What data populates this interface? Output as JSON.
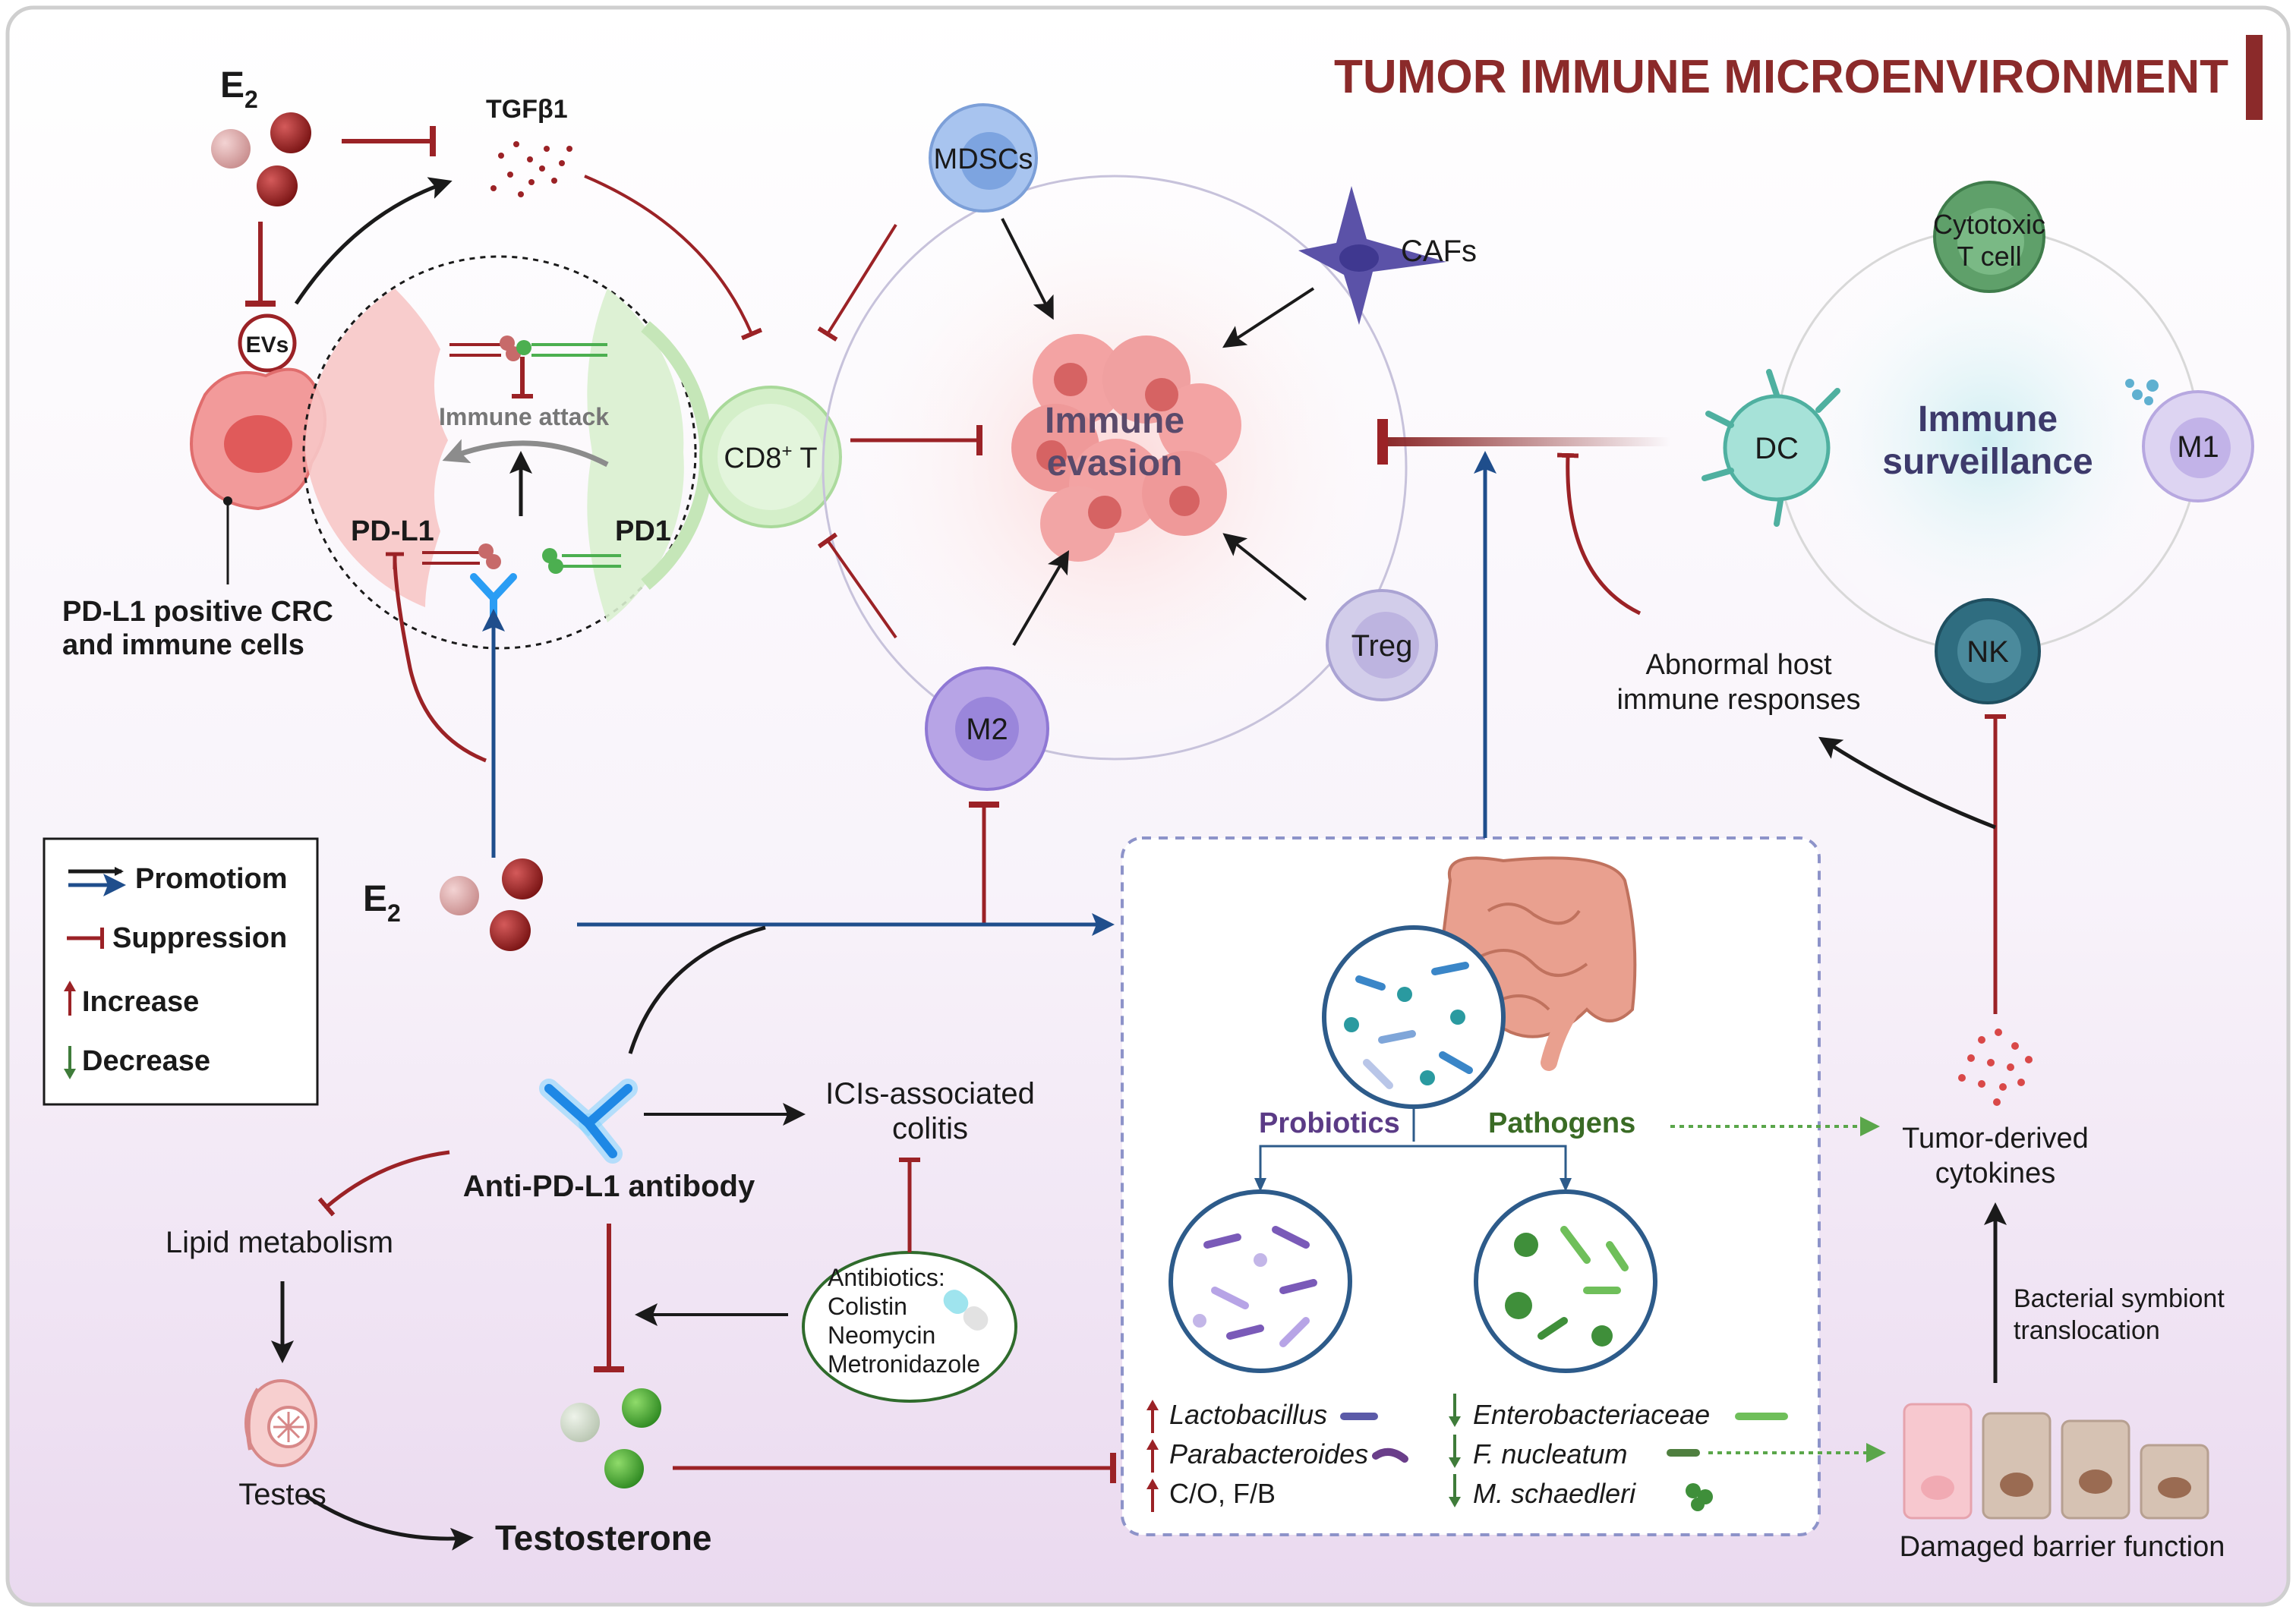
{
  "title": "TUMOR IMMUNE MICROENVIRONMENT",
  "colors": {
    "dark_red": "#8b2a2a",
    "suppress": "#9b2226",
    "promote_blue": "#1f4e8c",
    "arrow_black": "#1a1a1a",
    "green": "#3f8f3a",
    "purple_text": "#5b3b86",
    "green_text": "#3a6b25"
  },
  "left_panel": {
    "e2_top": "E",
    "e2_top_sub": "2",
    "tgfb1": "TGFβ1",
    "evs": "EVs",
    "immune_attack": "Immune attack",
    "pdl1": "PD-L1",
    "pd1": "PD1",
    "cd8": "CD8",
    "cd8_sup": "+",
    "cd8_t": " T",
    "pdl1_positive_line1": "PD-L1 positive CRC",
    "pdl1_positive_line2": "and  immune cells"
  },
  "center_panel": {
    "mdscs": "MDSCs",
    "cafs": "CAFs",
    "immune_evasion_line1": "Immune",
    "immune_evasion_line2": "evasion",
    "m2": "M2",
    "treg": "Treg"
  },
  "right_panel": {
    "cytotoxic_line1": "Cytotoxic",
    "cytotoxic_line2": "T cell",
    "dc": "DC",
    "immune_surveillance_line1": "Immune",
    "immune_surveillance_line2": "surveillance",
    "m1": "M1",
    "nk": "NK",
    "abnormal_line1": "Abnormal host",
    "abnormal_line2": "immune responses",
    "tumor_cytokines_line1": "Tumor-derived",
    "tumor_cytokines_line2": "cytokines",
    "translocation_line1": "Bacterial symbiont",
    "translocation_line2": "translocation",
    "damaged_barrier": "Damaged barrier function"
  },
  "legend": {
    "promotion": "Promotiom",
    "suppression": "Suppression",
    "increase": "Increase",
    "decrease": "Decrease"
  },
  "lower_left": {
    "e2_mid": "E",
    "e2_mid_sub": "2",
    "anti_pdl1": "Anti-PD-L1 antibody",
    "icis_line1": "ICIs-associated",
    "icis_line2": "colitis",
    "lipid": "Lipid metabolism",
    "testes": "Testes",
    "testosterone": "Testosterone",
    "antibiotics": [
      "Antibiotics:",
      "Colistin",
      "Neomycin",
      "Metronidazole"
    ]
  },
  "microbiota": {
    "probiotics": "Probiotics",
    "pathogens": "Pathogens",
    "increase_list": [
      "Lactobacillus",
      "Parabacteroides",
      "C/O, F/B"
    ],
    "decrease_list": [
      "Enterobacteriaceae",
      "F. nucleatum",
      "M. schaedleri"
    ]
  }
}
